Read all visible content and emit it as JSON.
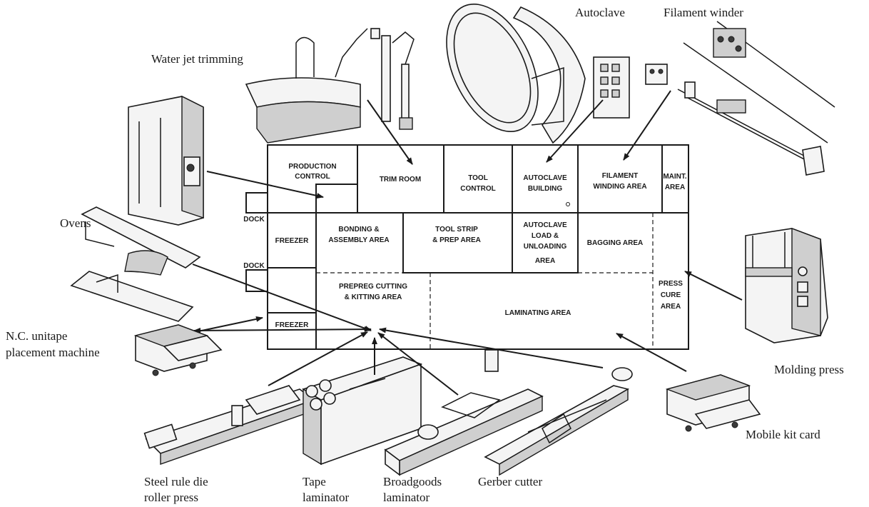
{
  "equipment_labels": {
    "water_jet_trimming": "Water jet trimming",
    "autoclave": "Autoclave",
    "filament_winder": "Filament winder",
    "ovens": "Ovens",
    "nc_unitape_line1": "N.C. unitape",
    "nc_unitape_line2": "placement machine",
    "molding_press": "Molding press",
    "mobile_kit_card": "Mobile kit card",
    "steel_rule_line1": "Steel rule die",
    "steel_rule_line2": "roller press",
    "tape_laminator_line1": "Tape",
    "tape_laminator_line2": "laminator",
    "broadgoods_line1": "Broadgoods",
    "broadgoods_line2": "laminator",
    "gerber_cutter": "Gerber cutter"
  },
  "rooms": {
    "production_control_1": "PRODUCTION",
    "production_control_2": "CONTROL",
    "trim_room": "TRIM ROOM",
    "tool_control_1": "TOOL",
    "tool_control_2": "CONTROL",
    "autoclave_building_1": "AUTOCLAVE",
    "autoclave_building_2": "BUILDING",
    "filament_winding_1": "FILAMENT",
    "filament_winding_2": "WINDING AREA",
    "maint_1": "MAINT.",
    "maint_2": "AREA",
    "dock_top": "DOCK",
    "dock_bottom": "DOCK",
    "freezer_top": "FREEZER",
    "freezer_bottom": "FREEZER",
    "bonding_1": "BONDING &",
    "bonding_2": "ASSEMBLY AREA",
    "tool_strip_1": "TOOL STRIP",
    "tool_strip_2": "& PREP AREA",
    "autoclave_load_1": "AUTOCLAVE",
    "autoclave_load_2": "LOAD &",
    "autoclave_load_3": "UNLOADING",
    "autoclave_load_4": "AREA",
    "bagging": "BAGGING AREA",
    "prepreg_1": "PREPREG CUTTING",
    "prepreg_2": "& KITTING AREA",
    "laminating": "LAMINATING AREA",
    "press_cure_1": "PRESS",
    "press_cure_2": "CURE",
    "press_cure_3": "AREA"
  }
}
